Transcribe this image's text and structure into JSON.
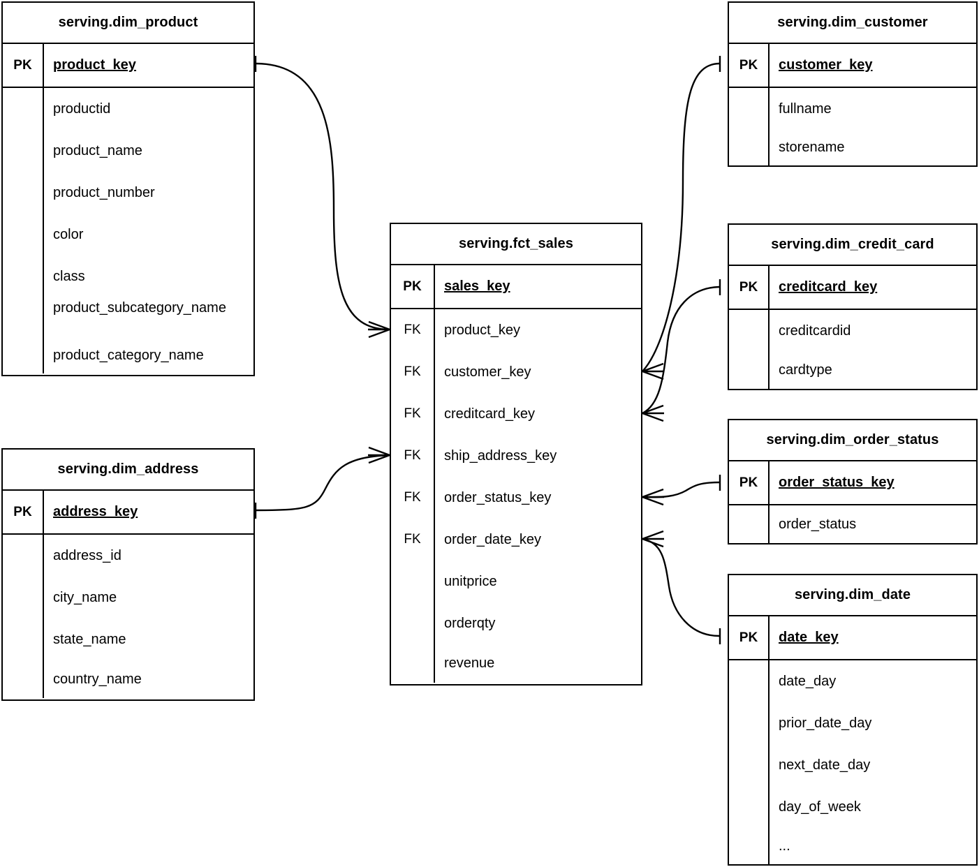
{
  "diagram": {
    "type": "entity-relationship-diagram",
    "notation": "crows-foot",
    "background_color": "#ffffff",
    "line_color": "#000000"
  },
  "entities": [
    {
      "id": "dim_product",
      "title": "serving.dim_product",
      "pk_label": "PK",
      "pk_field": "product_key",
      "fields": [
        {
          "key": "",
          "name": "productid"
        },
        {
          "key": "",
          "name": "product_name"
        },
        {
          "key": "",
          "name": "product_number"
        },
        {
          "key": "",
          "name": "color"
        },
        {
          "key": "",
          "name": "class"
        },
        {
          "key": "",
          "name": "product_subcategory_name"
        },
        {
          "key": "",
          "name": "product_category_name"
        }
      ]
    },
    {
      "id": "dim_address",
      "title": "serving.dim_address",
      "pk_label": "PK",
      "pk_field": "address_key",
      "fields": [
        {
          "key": "",
          "name": "address_id"
        },
        {
          "key": "",
          "name": "city_name"
        },
        {
          "key": "",
          "name": "state_name"
        },
        {
          "key": "",
          "name": "country_name"
        }
      ]
    },
    {
      "id": "fct_sales",
      "title": "serving.fct_sales",
      "pk_label": "PK",
      "pk_field": "sales_key",
      "fields": [
        {
          "key": "FK",
          "name": "product_key"
        },
        {
          "key": "FK",
          "name": "customer_key"
        },
        {
          "key": "FK",
          "name": "creditcard_key"
        },
        {
          "key": "FK",
          "name": "ship_address_key"
        },
        {
          "key": "FK",
          "name": "order_status_key"
        },
        {
          "key": "FK",
          "name": "order_date_key"
        },
        {
          "key": "",
          "name": "unitprice"
        },
        {
          "key": "",
          "name": "orderqty"
        },
        {
          "key": "",
          "name": "revenue"
        }
      ]
    },
    {
      "id": "dim_customer",
      "title": "serving.dim_customer",
      "pk_label": "PK",
      "pk_field": "customer_key",
      "fields": [
        {
          "key": "",
          "name": "fullname"
        },
        {
          "key": "",
          "name": "storename"
        }
      ]
    },
    {
      "id": "dim_credit_card",
      "title": "serving.dim_credit_card",
      "pk_label": "PK",
      "pk_field": "creditcard_key",
      "fields": [
        {
          "key": "",
          "name": "creditcardid"
        },
        {
          "key": "",
          "name": "cardtype"
        }
      ]
    },
    {
      "id": "dim_order_status",
      "title": "serving.dim_order_status",
      "pk_label": "PK",
      "pk_field": "order_status_key",
      "fields": [
        {
          "key": "",
          "name": "order_status"
        }
      ]
    },
    {
      "id": "dim_date",
      "title": "serving.dim_date",
      "pk_label": "PK",
      "pk_field": "date_key",
      "fields": [
        {
          "key": "",
          "name": "date_day"
        },
        {
          "key": "",
          "name": "prior_date_day"
        },
        {
          "key": "",
          "name": "next_date_day"
        },
        {
          "key": "",
          "name": "day_of_week"
        },
        {
          "key": "",
          "name": "..."
        }
      ]
    }
  ],
  "relationships": [
    {
      "from": "dim_product.product_key",
      "to": "fct_sales.product_key",
      "from_cardinality": "one",
      "to_cardinality": "many"
    },
    {
      "from": "dim_address.address_key",
      "to": "fct_sales.ship_address_key",
      "from_cardinality": "one",
      "to_cardinality": "many"
    },
    {
      "from": "dim_customer.customer_key",
      "to": "fct_sales.customer_key",
      "from_cardinality": "one",
      "to_cardinality": "many"
    },
    {
      "from": "dim_credit_card.creditcard_key",
      "to": "fct_sales.creditcard_key",
      "from_cardinality": "one",
      "to_cardinality": "many"
    },
    {
      "from": "dim_order_status.order_status_key",
      "to": "fct_sales.order_status_key",
      "from_cardinality": "one",
      "to_cardinality": "many"
    },
    {
      "from": "dim_date.date_key",
      "to": "fct_sales.order_date_key",
      "from_cardinality": "one",
      "to_cardinality": "many"
    }
  ]
}
